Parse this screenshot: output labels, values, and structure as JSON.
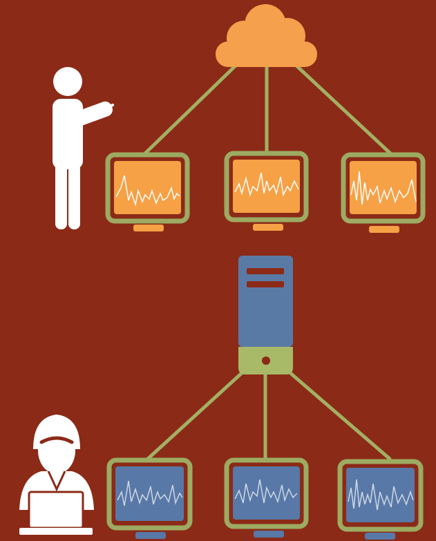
{
  "colors": {
    "background": "#8b2a17",
    "connector": "#a3b063",
    "cloud": "#f5a04c",
    "screen_orange": "#f6a146",
    "screen_blue": "#5878a7",
    "server_body": "#5a7aa6",
    "server_base": "#a8b968",
    "monitor_frame": "#9dab62",
    "person": "#ffffff",
    "waveform": "#ffffff"
  },
  "top_section": {
    "source_icon": "cloud-icon",
    "user_icon": "person-standing-icon",
    "monitors": [
      {
        "name": "monitor-top-left",
        "screen": "orange"
      },
      {
        "name": "monitor-top-center",
        "screen": "orange"
      },
      {
        "name": "monitor-top-right",
        "screen": "orange"
      }
    ]
  },
  "bottom_section": {
    "source_icon": "server-icon",
    "user_icon": "person-laptop-icon",
    "monitors": [
      {
        "name": "monitor-bottom-left",
        "screen": "blue"
      },
      {
        "name": "monitor-bottom-center",
        "screen": "blue"
      },
      {
        "name": "monitor-bottom-right",
        "screen": "blue"
      }
    ]
  }
}
